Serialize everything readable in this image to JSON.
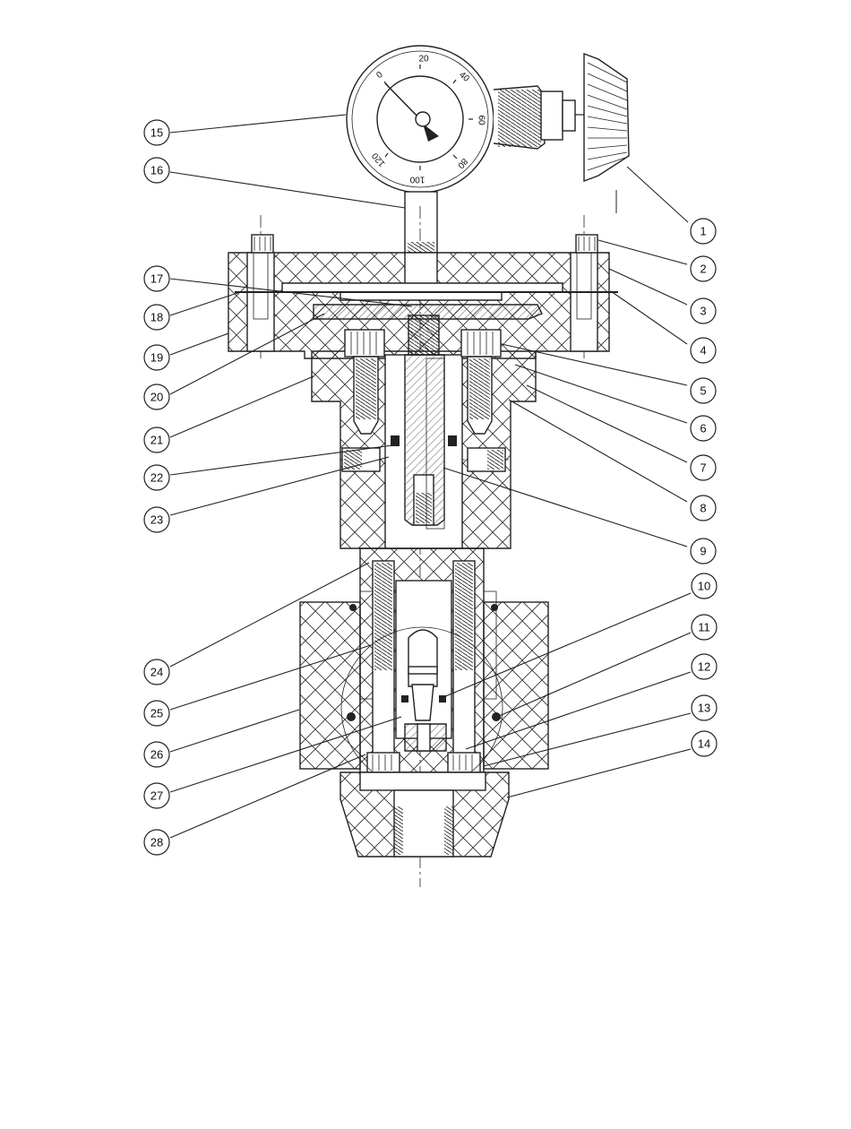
{
  "gauge": {
    "scale_labels": [
      "0",
      "20",
      "40",
      "60",
      "80",
      "100",
      "120"
    ]
  },
  "callouts": {
    "c1": "1",
    "c2": "2",
    "c3": "3",
    "c4": "4",
    "c5": "5",
    "c6": "6",
    "c7": "7",
    "c8": "8",
    "c9": "9",
    "c10": "10",
    "c11": "11",
    "c12": "12",
    "c13": "13",
    "c14": "14",
    "c15": "15",
    "c16": "16",
    "c17": "17",
    "c18": "18",
    "c19": "19",
    "c20": "20",
    "c21": "21",
    "c22": "22",
    "c23": "23",
    "c24": "24",
    "c25": "25",
    "c26": "26",
    "c27": "27",
    "c28": "28"
  },
  "colors": {
    "ink": "#222222",
    "paper": "#ffffff"
  }
}
